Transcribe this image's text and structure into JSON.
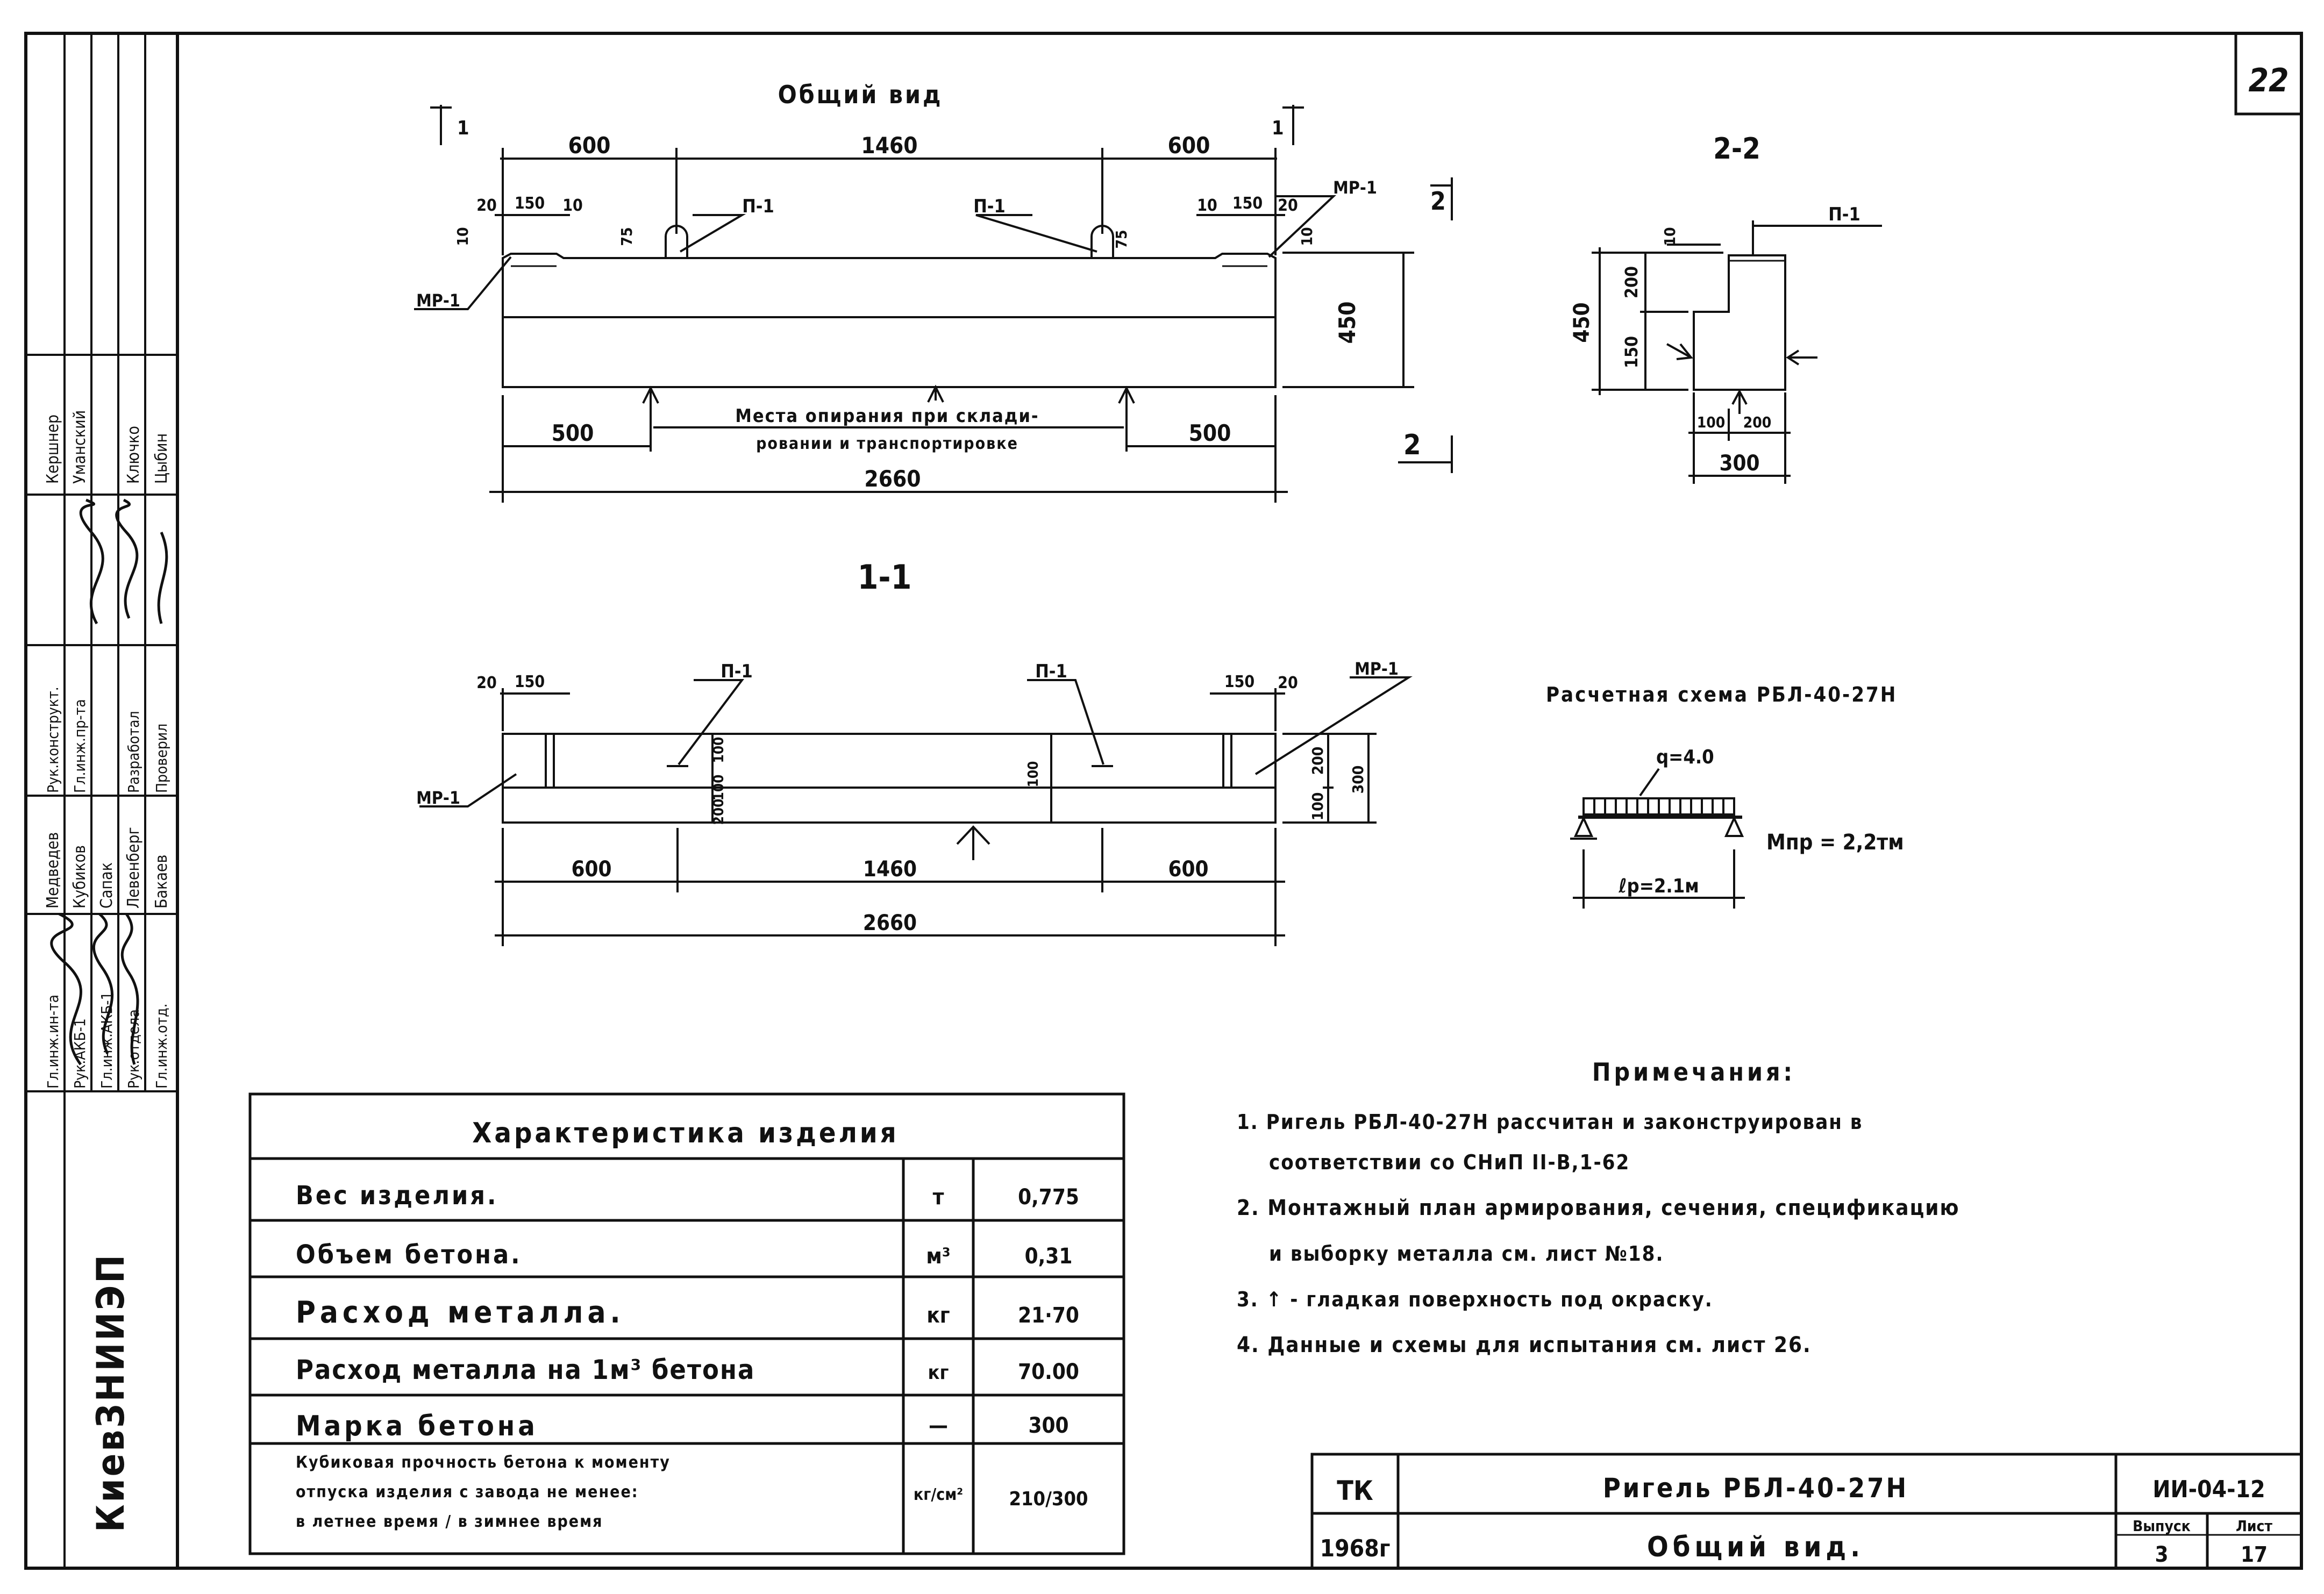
{
  "sheet": {
    "number": "22",
    "organization": "КиевЗНИИЭП"
  },
  "signatures": {
    "roles": [
      "Гл.инж.ин-та",
      "Рук.АКБ-1",
      "Гл.инж.АКБ-1",
      "Рук.отдела",
      "Гл.инж.отд.",
      "Рук.конструкт.",
      "Гл.инж.пр-та",
      "Разработал",
      "Проверил"
    ],
    "names": [
      "Медведев",
      "Кубиков",
      "Сапак",
      "Левенберг",
      "Бакаев",
      "Кершнер",
      "Уманский",
      "Ключко",
      "Цыбин"
    ]
  },
  "view_general": {
    "title": "Общий вид",
    "section_mark": "1",
    "dims_top": [
      "600",
      "1460",
      "600"
    ],
    "dims_details": [
      "20",
      "150",
      "10",
      "10",
      "150",
      "20"
    ],
    "dims_small": [
      "10",
      "75",
      "75",
      "10"
    ],
    "height_dim": "450",
    "support_dims": [
      "500",
      "500"
    ],
    "support_note_1": "Места опирания при склади-",
    "support_note_2": "ровании и транспортировке",
    "total_length": "2660",
    "label_p1": "П-1",
    "label_mp1": "МР-1",
    "section2_mark": "2"
  },
  "section_22": {
    "title": "2-2",
    "dims": [
      "10",
      "200",
      "150",
      "450",
      "100",
      "200",
      "300"
    ],
    "label_p1": "П-1"
  },
  "section_11": {
    "title": "1-1",
    "dims_top": [
      "20",
      "150",
      "150",
      "20"
    ],
    "dims_inner": [
      "100",
      "100",
      "100",
      "200",
      "200",
      "100",
      "300"
    ],
    "dims_bottom": [
      "600",
      "1460",
      "600"
    ],
    "total_length": "2660",
    "label_p1": "П-1",
    "label_mp1": "МР-1"
  },
  "calc_scheme": {
    "title": "Расчетная схема РБЛ-40-27Н",
    "load": "q=4.0",
    "moment": "Мпр = 2,2тм",
    "span": "ℓр=2.1м"
  },
  "characteristics": {
    "title": "Характеристика изделия",
    "rows": [
      {
        "name": "Вес изделия.",
        "unit": "т",
        "value": "0,775"
      },
      {
        "name": "Объем бетона.",
        "unit": "м³",
        "value": "0,31"
      },
      {
        "name": "Расход металла.",
        "unit": "кг",
        "value": "21·70"
      },
      {
        "name": "Расход металла на 1м³ бетона",
        "unit": "кг",
        "value": "70.00"
      },
      {
        "name": "Марка бетона",
        "unit": "—",
        "value": "300"
      }
    ],
    "last_row_lines": [
      "Кубиковая прочность бетона к моменту",
      "отпуска изделия с завода не менее:",
      "в летнее время / в зимнее время"
    ],
    "last_row_unit": "кг/см²",
    "last_row_value": "210/300"
  },
  "notes": {
    "title": "Примечания:",
    "lines": [
      "1. Ригель РБЛ-40-27Н рассчитан и законструирован в",
      "соответствии со СНиП II-В,1-62",
      "2. Монтажный план армирования, сечения, спецификацию",
      "и выборку металла см. лист №18.",
      "3. ↑ - гладкая поверхность под окраску.",
      "4. Данные и схемы для испытания см. лист 26."
    ]
  },
  "title_block": {
    "code": "ТК",
    "year": "1968г",
    "item_name": "Ригель РБЛ-40-27Н",
    "sheet_title": "Общий вид.",
    "series": "ИИ-04-12",
    "issue_label": "Выпуск",
    "sheet_label": "Лист",
    "issue": "3",
    "sheet_num": "17"
  }
}
